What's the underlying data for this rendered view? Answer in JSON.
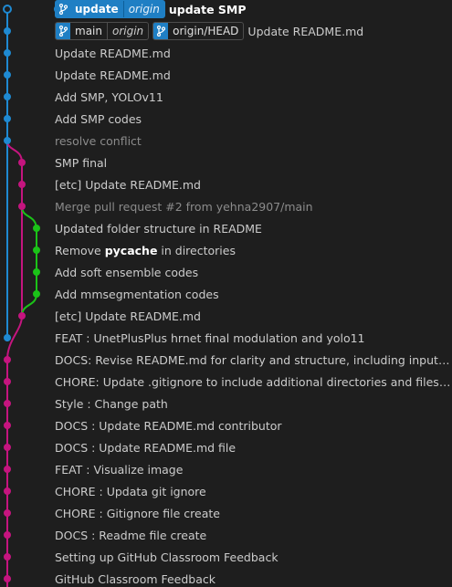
{
  "colors": {
    "background": "#1e1e1e",
    "lane_blue": "#1f8ad2",
    "lane_magenta": "#c5157f",
    "lane_green": "#1bc218",
    "text": "#cccccc",
    "merge_text": "#8b8b8b",
    "badge_blue": "#1f7fc4"
  },
  "head_row": {
    "badges": [
      {
        "name": "update",
        "origin": "origin",
        "icon": "branch-icon"
      }
    ],
    "message": "update SMP"
  },
  "row2_badges": [
    {
      "name": "main",
      "origin": "origin",
      "icon": "branch-icon"
    },
    {
      "name": "origin/HEAD",
      "icon": "branch-icon"
    }
  ],
  "commits": [
    {
      "message": "update SMP"
    },
    {
      "message": "Update README.md"
    },
    {
      "message": "Update README.md"
    },
    {
      "message": "Update README.md"
    },
    {
      "message": "Add SMP, YOLOv11"
    },
    {
      "message": "Add SMP codes"
    },
    {
      "message": "resolve conflict"
    },
    {
      "message": "SMP final"
    },
    {
      "message": "[etc] Update README.md"
    },
    {
      "message": "Merge pull request #2 from yehna2907/main"
    },
    {
      "message": "Updated folder structure in README"
    },
    {
      "message_parts": [
        "Remove ",
        "pycache",
        " in directories"
      ]
    },
    {
      "message": "Add soft ensemble codes"
    },
    {
      "message": "Add mmsegmentation codes"
    },
    {
      "message": "[etc] Update README.md"
    },
    {
      "message": "FEAT : UnetPlusPlus hrnet final modulation and yolo11"
    },
    {
      "message": "DOCS: Revise README.md for clarity and structure, including input/output..."
    },
    {
      "message": "CHORE: Update .gitignore to include additional directories and files for ex..."
    },
    {
      "message": "Style : Change path"
    },
    {
      "message": "DOCS : Update README.md contributor"
    },
    {
      "message": "DOCS : Update README.md file"
    },
    {
      "message": "FEAT : Visualize image"
    },
    {
      "message": "CHORE : Updata git ignore"
    },
    {
      "message": "CHORE : Gitignore file create"
    },
    {
      "message": "DOCS : Readme file create"
    },
    {
      "message": "Setting up GitHub Classroom Feedback"
    },
    {
      "message": "GitHub Classroom Feedback"
    }
  ]
}
